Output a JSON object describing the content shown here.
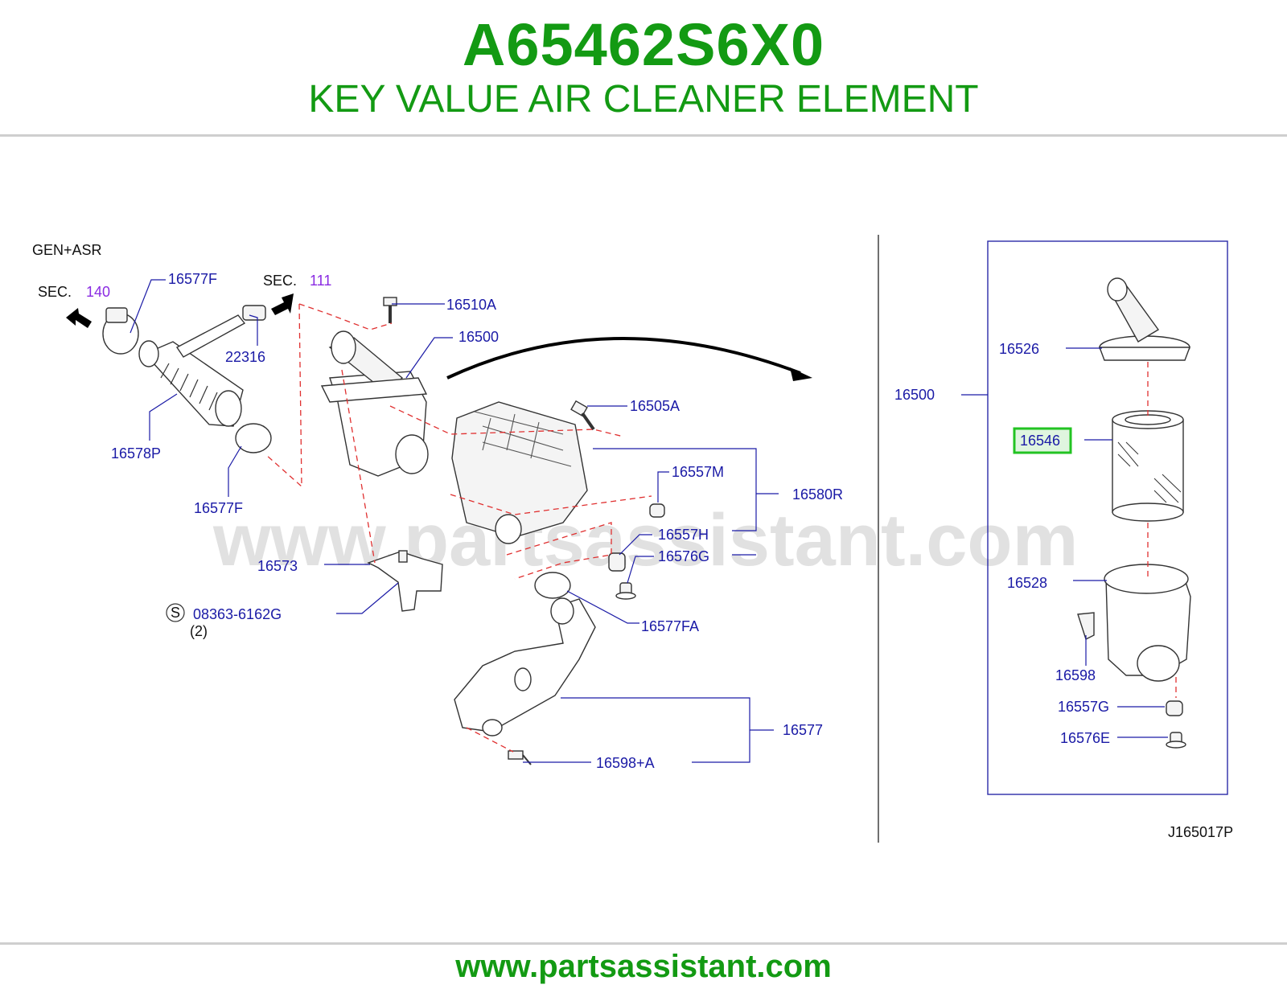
{
  "header": {
    "part_number": "A65462S6X0",
    "description": "KEY VALUE AIR CLEANER ELEMENT"
  },
  "footer": {
    "url": "www.partsassistant.com"
  },
  "watermark": "www.partsassistant.com",
  "diagram": {
    "variant": "GEN+ASR",
    "sec_prefix": "SEC.",
    "sec_a": "140",
    "sec_b": "111",
    "callouts": {
      "c16577F_top": "16577F",
      "c16510A": "16510A",
      "c22316": "22316",
      "c16500_main": "16500",
      "c16578P": "16578P",
      "c16577F_bottom": "16577F",
      "c16505A": "16505A",
      "c16557M": "16557M",
      "c16580R": "16580R",
      "c16557H": "16557H",
      "c16576G": "16576G",
      "c16573": "16573",
      "s_symbol": "S",
      "c08363": "08363-6162G",
      "c08363_qty": "(2)",
      "c16577FA": "16577FA",
      "c16577": "16577",
      "c16598A": "16598+A",
      "c16526": "16526",
      "c16500_detail": "16500",
      "c16546": "16546",
      "c16528": "16528",
      "c16598": "16598",
      "c16557G": "16557G",
      "c16576E": "16576E"
    },
    "figure_code": "J165017P",
    "highlight_color": "#22c322"
  }
}
